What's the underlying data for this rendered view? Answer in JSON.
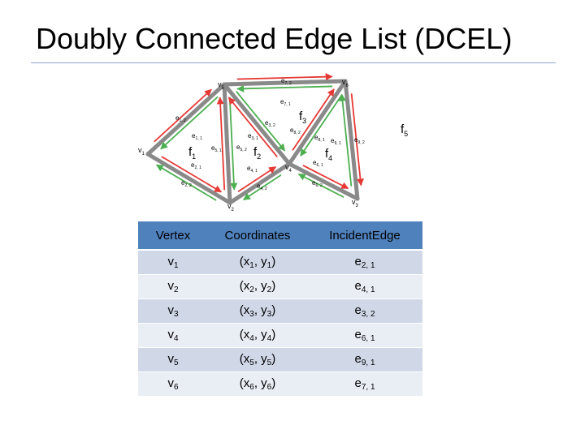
{
  "title": "Doubly Connected Edge List (DCEL)",
  "diagram": {
    "colors": {
      "green": "#4caf50",
      "red": "#e53935",
      "gray": "#8a8a8a",
      "purple": "#7b2f8e"
    },
    "vertices": [
      {
        "id": "v1",
        "name": "v",
        "sub": "1"
      },
      {
        "id": "v2",
        "name": "v",
        "sub": "2"
      },
      {
        "id": "v3",
        "name": "v",
        "sub": "3"
      },
      {
        "id": "v4",
        "name": "v",
        "sub": "4"
      },
      {
        "id": "v5",
        "name": "v",
        "sub": "5"
      },
      {
        "id": "v6",
        "name": "v",
        "sub": "6"
      }
    ],
    "faces": [
      {
        "id": "f1",
        "name": "f",
        "sub": "1"
      },
      {
        "id": "f2",
        "name": "f",
        "sub": "2"
      },
      {
        "id": "f3",
        "name": "f",
        "sub": "3"
      },
      {
        "id": "f4",
        "name": "f",
        "sub": "4"
      },
      {
        "id": "f5",
        "name": "f",
        "sub": "5"
      }
    ],
    "edge_labels": [
      {
        "id": "e72",
        "name": "e",
        "sub": "7, 2"
      },
      {
        "id": "e71",
        "name": "e",
        "sub": "7, 1"
      },
      {
        "id": "e12",
        "name": "e",
        "sub": "1, 2"
      },
      {
        "id": "e32",
        "name": "e",
        "sub": "3, 2"
      },
      {
        "id": "e11",
        "name": "e",
        "sub": "1, 1"
      },
      {
        "id": "e31",
        "name": "e",
        "sub": "3, 1"
      },
      {
        "id": "e82",
        "name": "e",
        "sub": "8, 2"
      },
      {
        "id": "e81",
        "name": "e",
        "sub": "8, 1"
      },
      {
        "id": "e91",
        "name": "e",
        "sub": "9, 1"
      },
      {
        "id": "e92",
        "name": "e",
        "sub": "9, 2"
      },
      {
        "id": "e51",
        "name": "e",
        "sub": "5, 1"
      },
      {
        "id": "e52",
        "name": "e",
        "sub": "5, 2"
      },
      {
        "id": "e21",
        "name": "e",
        "sub": "2, 1"
      },
      {
        "id": "e41",
        "name": "e",
        "sub": "4, 1"
      },
      {
        "id": "e61",
        "name": "e",
        "sub": "6, 1"
      },
      {
        "id": "e22",
        "name": "e",
        "sub": "2, 2"
      },
      {
        "id": "e42",
        "name": "e",
        "sub": "4, 2"
      },
      {
        "id": "e62",
        "name": "e",
        "sub": "6, 2"
      }
    ]
  },
  "table": {
    "headers": [
      "Vertex",
      "Coordinates",
      "IncidentEdge"
    ],
    "rows": [
      {
        "vertex": {
          "base": "v",
          "sub": "1"
        },
        "coord": {
          "open": "(x",
          "sub1": "1",
          "mid": ", y",
          "sub2": "1",
          "close": ")"
        },
        "edge": {
          "base": "e",
          "sub": "2, 1"
        }
      },
      {
        "vertex": {
          "base": "v",
          "sub": "2"
        },
        "coord": {
          "open": "(x",
          "sub1": "2",
          "mid": ", y",
          "sub2": "2",
          "close": ")"
        },
        "edge": {
          "base": "e",
          "sub": "4, 1"
        }
      },
      {
        "vertex": {
          "base": "v",
          "sub": "3"
        },
        "coord": {
          "open": "(x",
          "sub1": "3",
          "mid": ", y",
          "sub2": "3",
          "close": ")"
        },
        "edge": {
          "base": "e",
          "sub": "3, 2"
        }
      },
      {
        "vertex": {
          "base": "v",
          "sub": "4"
        },
        "coord": {
          "open": "(x",
          "sub1": "4",
          "mid": ", y",
          "sub2": "4",
          "close": ")"
        },
        "edge": {
          "base": "e",
          "sub": "6, 1"
        }
      },
      {
        "vertex": {
          "base": "v",
          "sub": "5"
        },
        "coord": {
          "open": "(x",
          "sub1": "5",
          "mid": ", y",
          "sub2": "5",
          "close": ")"
        },
        "edge": {
          "base": "e",
          "sub": "9, 1"
        }
      },
      {
        "vertex": {
          "base": "v",
          "sub": "6"
        },
        "coord": {
          "open": "(x",
          "sub1": "6",
          "mid": ", y",
          "sub2": "6",
          "close": ")"
        },
        "edge": {
          "base": "e",
          "sub": "7, 1"
        }
      }
    ]
  }
}
